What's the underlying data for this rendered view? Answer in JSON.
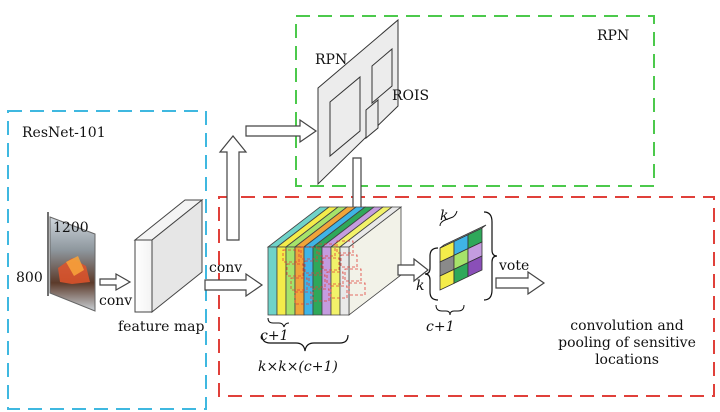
{
  "labels": {
    "rpn_box_title": "RPN",
    "resnet_title": "ResNet-101",
    "rpn_inner": "RPN",
    "rois": "ROIS",
    "conv_top": "conv",
    "conv_input": "conv",
    "feature_map": "feature map",
    "height_1200": "1200",
    "width_800": "800",
    "c_plus_1_stack": "c+1",
    "kkc_formula": "k×k×(c+1)",
    "k_top": "k",
    "k_left": "k",
    "c_plus_1_grid": "c+1",
    "vote": "vote",
    "description_line1": "convolution and",
    "description_line2": "pooling of sensitive",
    "description_line3": "locations"
  },
  "colors": {
    "rpn_border": "#4cc94c",
    "resnet_border": "#3fb8e0",
    "pool_border": "#e0403a",
    "stack_slices": [
      "#6fd3c9",
      "#f4ec4a",
      "#a6e36a",
      "#f0a43a",
      "#3fb4e6",
      "#2fa85a",
      "#c49cdf",
      "#f2f26a",
      "#e9e9e9"
    ],
    "grid_cells": [
      "#f4ec4a",
      "#3fb4e6",
      "#2fa85a",
      "#8a8a8a",
      "#a6e36a",
      "#c49cdf",
      "#f4ec4a",
      "#2fa85a",
      "#8a4fb8"
    ]
  },
  "icons": [
    "arrow-right-icon",
    "arrow-up-icon",
    "arrow-down-icon",
    "brace-icon"
  ]
}
